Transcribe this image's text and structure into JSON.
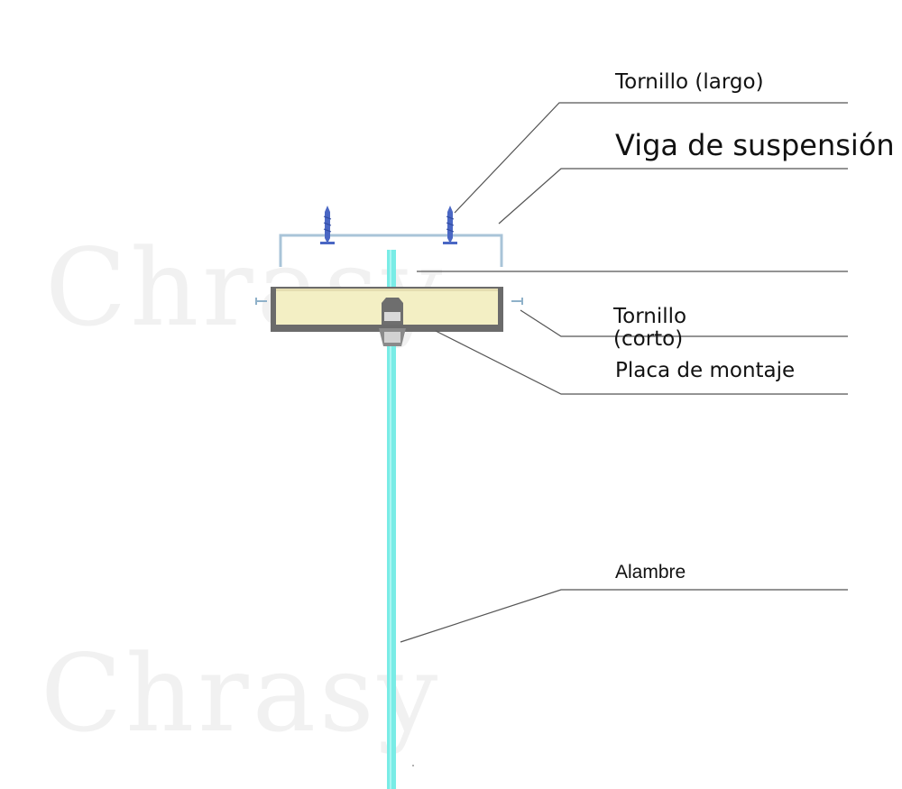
{
  "labels": {
    "screw_long": "Tornillo (largo)",
    "beam": "Viga de suspensión",
    "screw_short": "Tornillo (corto)",
    "plate": "Placa de montaje",
    "wire": "Alambre"
  },
  "watermark": "Chrasy",
  "colors": {
    "wire": "#79ece6",
    "plate_fill": "#f3efc4",
    "plate_frame": "#6b6b6b",
    "beam": "#a9c4d8",
    "screw": "#4a67c4",
    "leader_line": "#555555"
  }
}
